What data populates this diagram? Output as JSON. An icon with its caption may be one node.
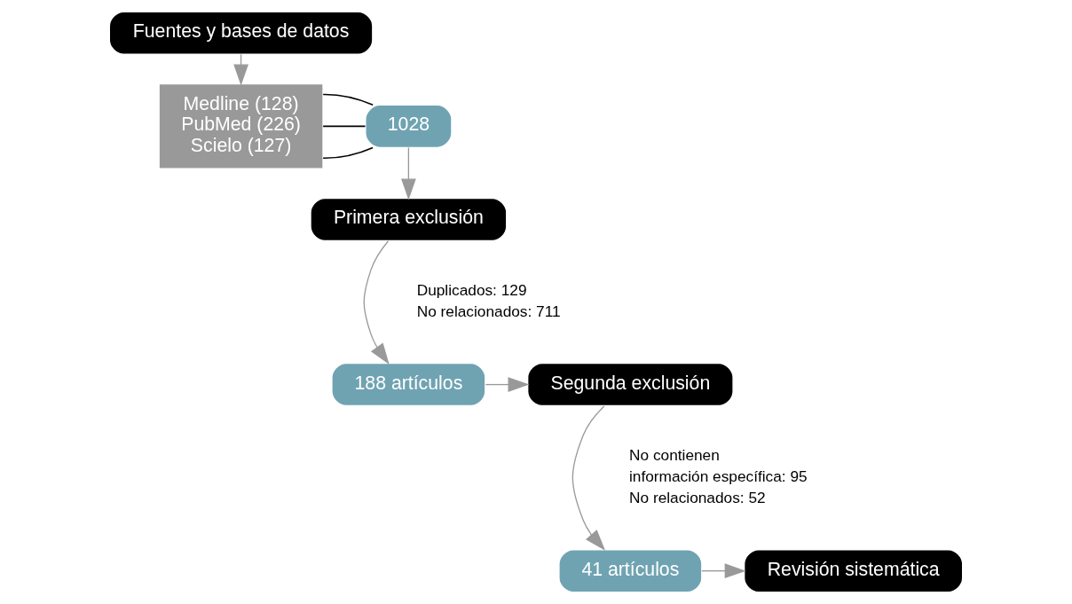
{
  "diagram": {
    "nodes": [
      {
        "text": [
          "Fuentes y bases de datos"
        ]
      },
      {
        "text": [
          "Medline (128)",
          "PubMed (226)",
          "Scielo (127)"
        ]
      },
      {
        "text": [
          "1028"
        ]
      },
      {
        "text": [
          "Primera exclusión"
        ]
      },
      {
        "text": [
          "188 artículos"
        ]
      },
      {
        "text": [
          "Segunda exclusión"
        ]
      },
      {
        "text": [
          "41 artículos"
        ]
      },
      {
        "text": [
          "Revisión sistemática"
        ]
      }
    ],
    "edges": [
      {
        "from": 0,
        "to": 1,
        "arrow": "to"
      },
      {
        "from": 1,
        "to": 2,
        "arrow": "none",
        "color": "#000000"
      },
      {
        "from": 1,
        "to": 2,
        "arrow": "none",
        "color": "#000000"
      },
      {
        "from": 1,
        "to": 2,
        "arrow": "none",
        "color": "#000000"
      },
      {
        "from": 2,
        "to": 3,
        "arrow": "to"
      },
      {
        "from": 3,
        "to": 4,
        "arrow": "to"
      },
      {
        "from": 4,
        "to": 5,
        "arrow": "to"
      },
      {
        "from": 5,
        "to": 6,
        "arrow": "to"
      },
      {
        "from": 6,
        "to": 7,
        "arrow": "to"
      }
    ],
    "labels": [
      "Duplicados: 129",
      "No relacionados: 711",
      "No contienen",
      "información específica: 95",
      "No relacionados: 52"
    ]
  }
}
